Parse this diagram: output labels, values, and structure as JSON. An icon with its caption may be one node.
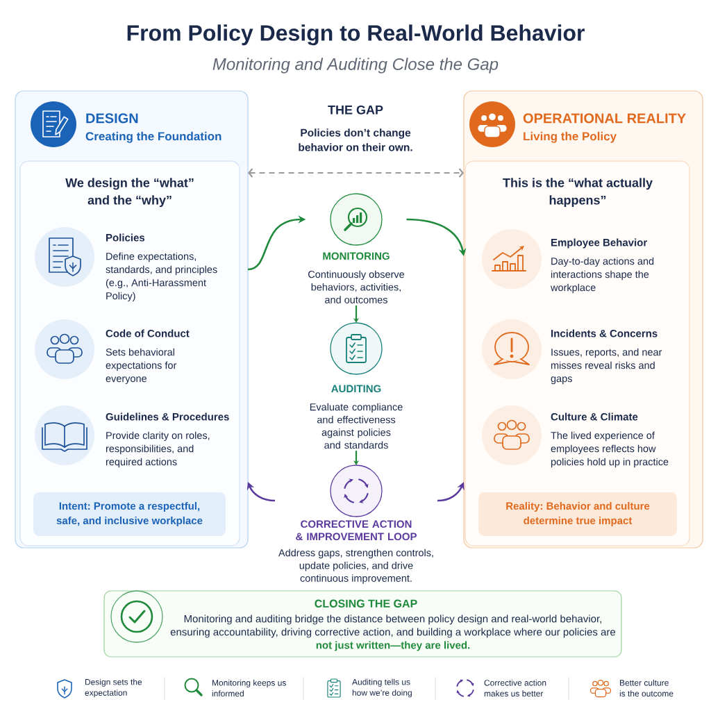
{
  "diagram": {
    "title": "From Policy Design to Real-World Behavior",
    "nodes": [
      {
        "text": [
          "DESIGN",
          "Creating the Foundation"
        ]
      },
      {
        "text": [
          "We design the “what” and the “why”"
        ],
        "in": 0
      },
      {
        "text": [
          "Policies",
          "Define expectations, standards, and principles (e.g., Anti-Harassment Policy)"
        ],
        "in": 1
      },
      {
        "text": [
          "Code of Conduct",
          "Sets behavioral expectations for everyone"
        ],
        "in": 1
      },
      {
        "text": [
          "Guidelines & Procedures",
          "Provide clarity on roles, responsibilities, and required actions"
        ],
        "in": 1
      },
      {
        "text": [
          "Intent: Promote a respectful, safe, and inclusive workplace"
        ],
        "in": 1
      },
      {
        "text": [
          "MONITORING",
          "Continuously observe behaviors, activities, and outcomes"
        ]
      },
      {
        "text": [
          "AUDITING",
          "Evaluate compliance and effectiveness against policies and standards"
        ]
      },
      {
        "text": [
          "CORRECTIVE ACTION & IMPROVEMENT LOOP",
          "Address gaps, strengthen controls, update policies, and drive continuous improvement."
        ]
      },
      {
        "text": [
          "OPERATIONAL REALITY",
          "Living the Policy"
        ]
      },
      {
        "text": [
          "This is the “what actually happens”"
        ],
        "in": 9
      },
      {
        "text": [
          "Employee Behavior",
          "Day-to-day actions and interactions shape the workplace"
        ],
        "in": 10
      },
      {
        "text": [
          "Incidents & Concerns",
          "Issues, reports, and near misses reveal risks and gaps"
        ],
        "in": 10
      },
      {
        "text": [
          "Culture & Climate",
          "The lived experience of employees reflects how policies hold up in practice"
        ],
        "in": 10
      },
      {
        "text": [
          "Reality: Behavior and culture determine true impact"
        ],
        "in": 10
      },
      {
        "text": [
          "CLOSING THE GAP",
          "Monitoring and auditing bridge the distance between policy design and real-world behavior, ensuring accountability, driving corrective action, and building a workplace where our policies are **not just written—they are lived.**"
        ]
      }
    ],
    "edges": [
      {
        "from": 0,
        "to": 9,
        "arrow": "both",
        "style": "dashed",
        "color": "#9a9a9a"
      },
      {
        "from": 0,
        "to": 6,
        "arrow": "to"
      },
      {
        "from": 6,
        "to": 9,
        "arrow": "to"
      },
      {
        "from": 6,
        "to": 7,
        "arrow": "to"
      },
      {
        "from": 7,
        "to": 8,
        "arrow": "to"
      },
      {
        "from": 8,
        "to": 0,
        "arrow": "to",
        "color": "#5b3a9e"
      },
      {
        "from": 8,
        "to": 9,
        "arrow": "to",
        "color": "#5b3a9e"
      }
    ],
    "labels": [
      "Monitoring and Auditing Close the Gap",
      "THE GAP",
      "Policies don’t change behavior on their own.",
      "Design sets the expectation",
      "Monitoring keeps us informed",
      "Auditing tells us how we’re doing",
      "Corrective action makes us better",
      "Better culture is the outcome"
    ]
  }
}
